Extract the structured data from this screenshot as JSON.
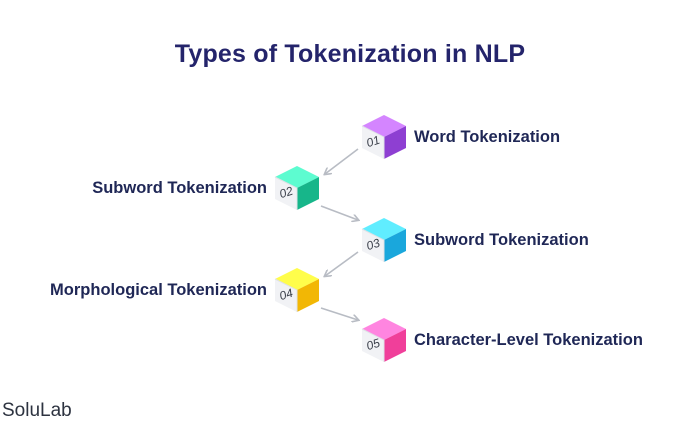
{
  "title": "Types of Tokenization in NLP",
  "steps": [
    {
      "number": "01",
      "label": "Word Tokenization",
      "color": "#8e3fd2",
      "side": "right"
    },
    {
      "number": "02",
      "label": "Subword Tokenization",
      "color": "#17b68a",
      "side": "left"
    },
    {
      "number": "03",
      "label": "Subword Tokenization",
      "color": "#1aa7dc",
      "side": "right"
    },
    {
      "number": "04",
      "label": "Morphological Tokenization",
      "color": "#f2b705",
      "side": "left"
    },
    {
      "number": "05",
      "label": "Character-Level Tokenization",
      "color": "#f03f9a",
      "side": "right"
    }
  ],
  "brand": "SoluLab"
}
